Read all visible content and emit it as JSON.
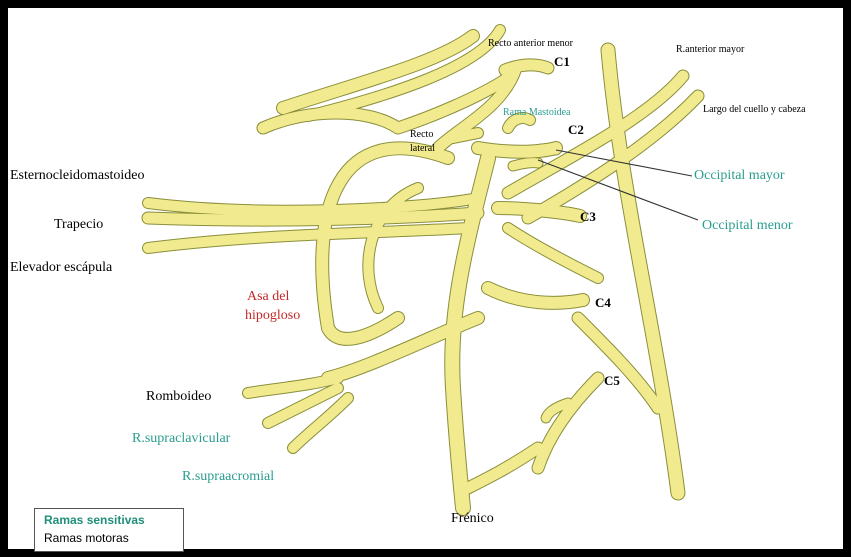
{
  "labels": {
    "recto_anterior_menor": "Recto anterior menor",
    "c1": "C1",
    "r_anterior_mayor": "R.anterior mayor",
    "largo_cuello": "Largo del cuello y cabeza",
    "rama_mastoidea": "Rama Mastoidea",
    "c2": "C2",
    "recto": "Recto",
    "lateral": "lateral",
    "esternocleidomastoideo": "Esternocleidomastoideo",
    "occipital_mayor": "Occipital mayor",
    "trapecio": "Trapecio",
    "c3": "C3",
    "occipital_menor": "Occipital menor",
    "elevador_escapula": "Elevador escápula",
    "asa_del": "Asa del",
    "hipogloso": "hipogloso",
    "c4": "C4",
    "c5": "C5",
    "romboideo": "Romboideo",
    "r_supraclavicular": "R.supraclavicular",
    "r_supraacromial": "R.supraacromial",
    "frenico": "Frénico"
  },
  "legend": {
    "sensitivas": "Ramas sensitivas",
    "motoras": "Ramas motoras"
  },
  "colors": {
    "nerve": "#f2ea8f",
    "nerve_outline": "#8a8f3a",
    "sensory": "#2a9d8f",
    "hypoglossal": "#c62828",
    "frame": "#000000"
  }
}
